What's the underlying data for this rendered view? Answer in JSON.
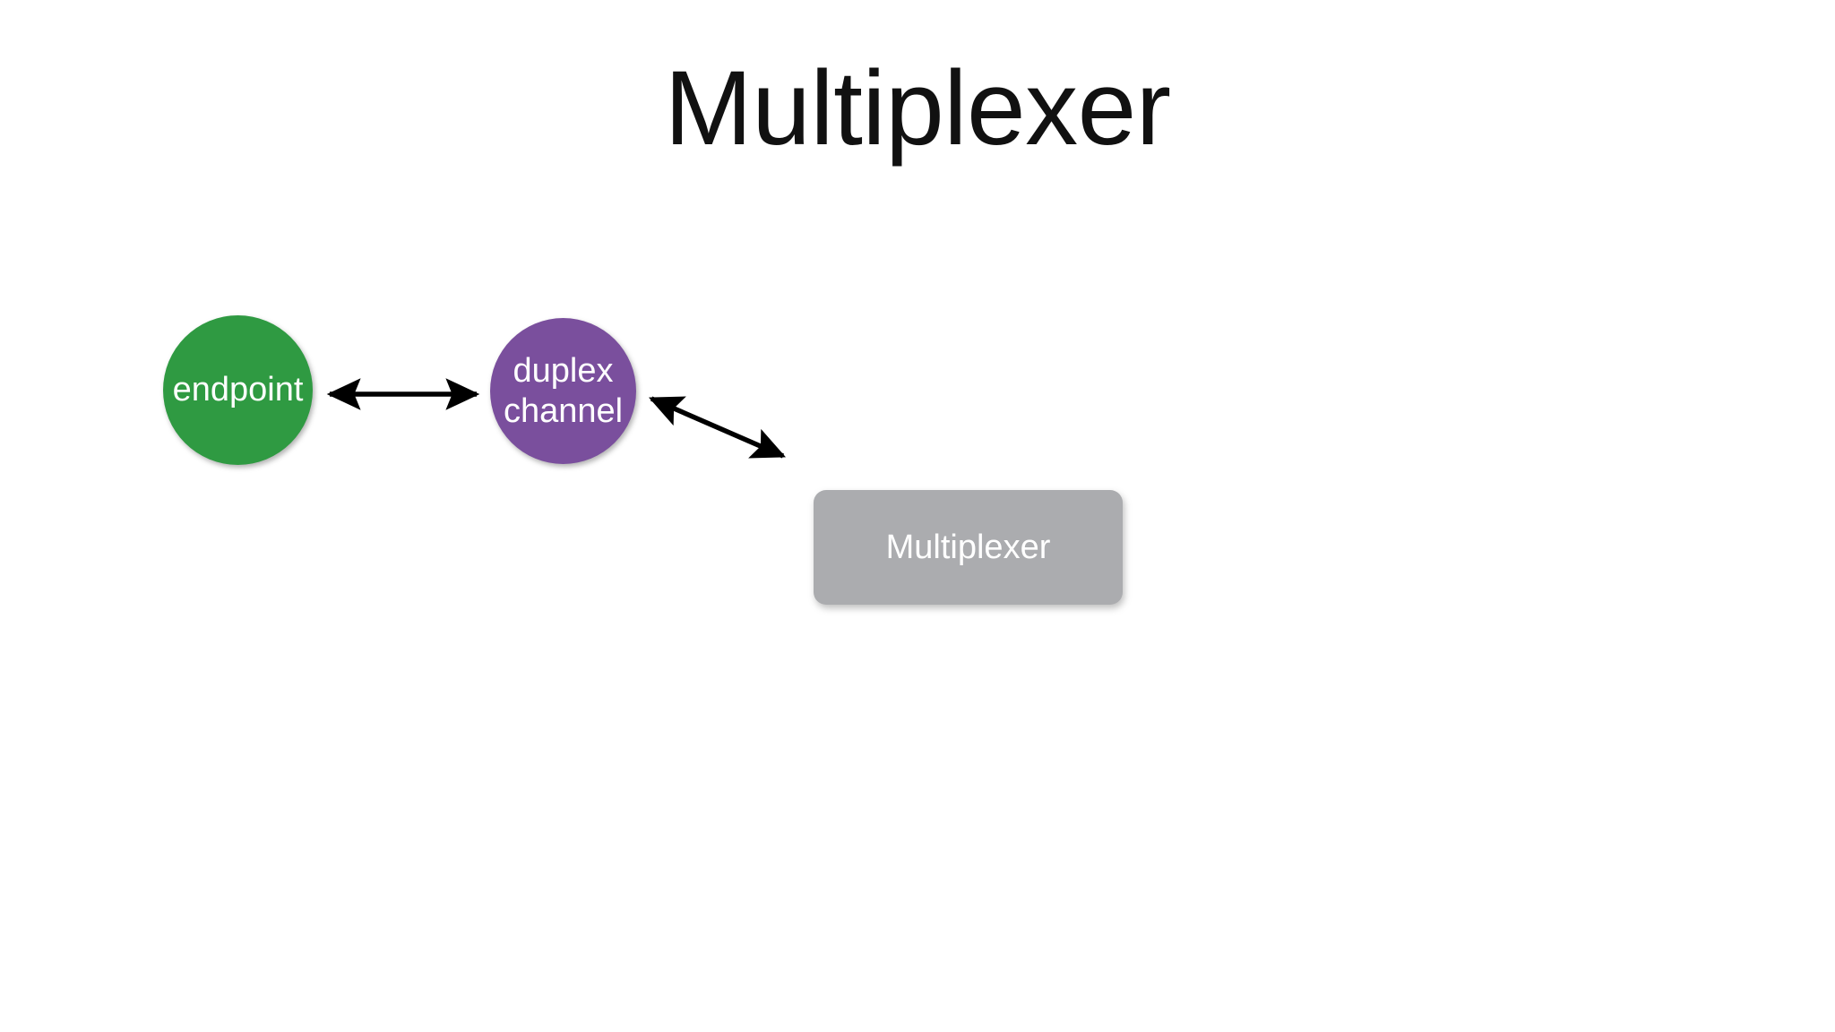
{
  "slide": {
    "title": "Multiplexer",
    "background_color": "#ffffff"
  },
  "nodes": [
    {
      "id": "endpoint",
      "label": "endpoint",
      "shape": "circle",
      "fill_color": "#2f9a42",
      "text_color": "#ffffff"
    },
    {
      "id": "duplex-channel",
      "label": "duplex\nchannel",
      "shape": "circle",
      "fill_color": "#7a4f9d",
      "text_color": "#ffffff"
    },
    {
      "id": "multiplexer",
      "label": "Multiplexer",
      "shape": "rounded-rectangle",
      "fill_color": "#abacaf",
      "text_color": "#ffffff"
    }
  ],
  "connectors": [
    {
      "id": "endpoint-to-duplex-channel",
      "from": "endpoint",
      "to": "duplex-channel",
      "style": "double-headed-arrow",
      "color": "#000000"
    },
    {
      "id": "duplex-channel-to-multiplexer",
      "from": "duplex-channel",
      "to": "multiplexer",
      "style": "double-headed-arrow",
      "color": "#000000"
    }
  ]
}
